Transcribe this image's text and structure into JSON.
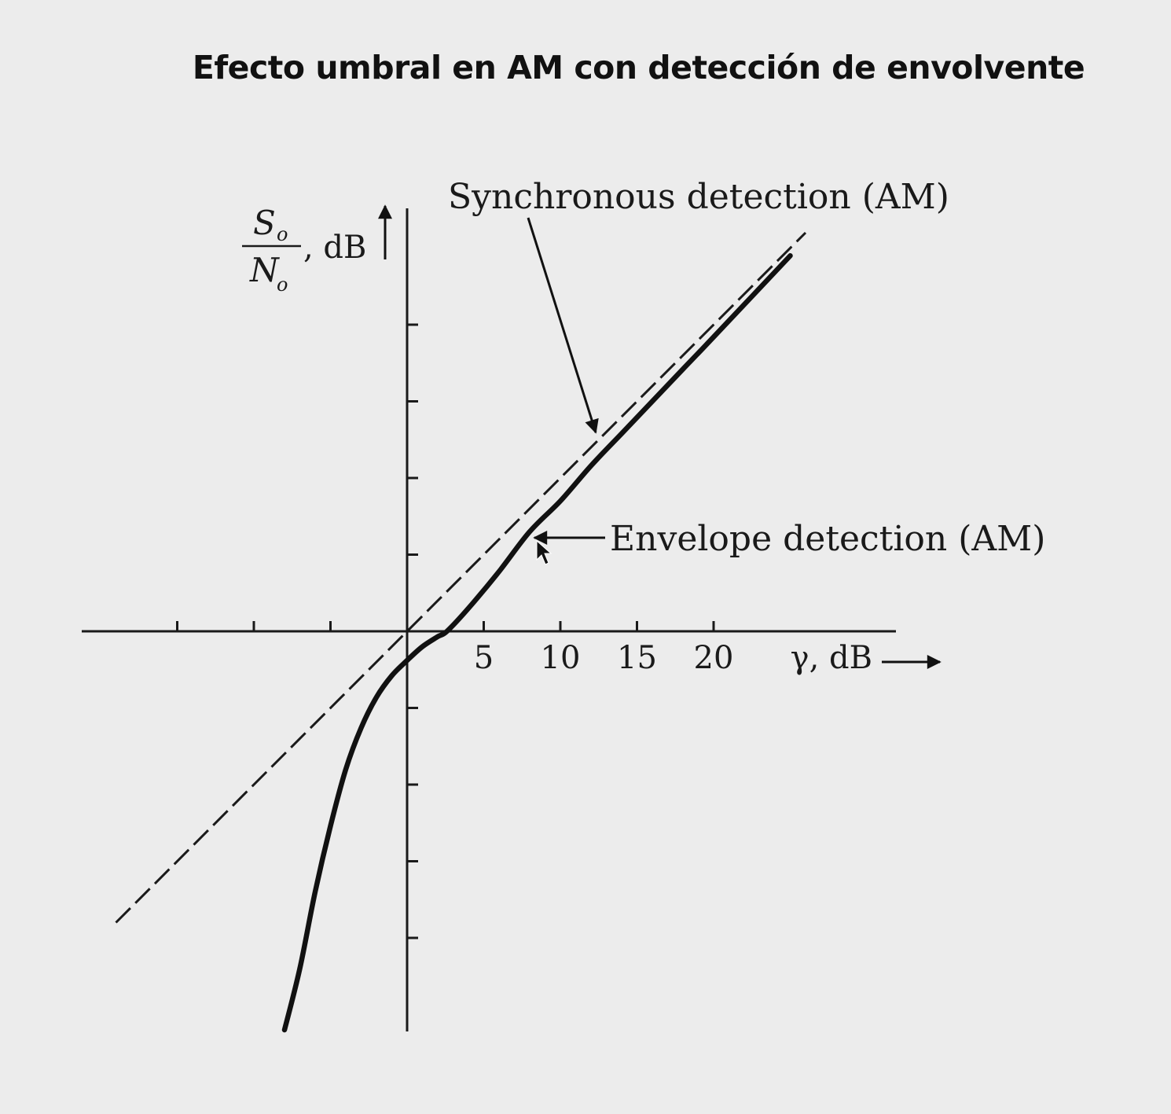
{
  "title": "Efecto umbral en AM con detección de envolvente",
  "chart_data": {
    "type": "line",
    "xlabel": "γ, dB",
    "ylabel": {
      "numerator": "S",
      "numerator_sub": "o",
      "denominator": "N",
      "denominator_sub": "o",
      "unit": ", dB"
    },
    "x_ticks": [
      5,
      10,
      15,
      20
    ],
    "xlim": [
      -21,
      31
    ],
    "ylim": [
      -26,
      28
    ],
    "grid": false,
    "series": [
      {
        "name": "Synchronous detection (AM)",
        "style": "dashed",
        "x": [
          -19,
          26
        ],
        "y": [
          -19,
          26
        ]
      },
      {
        "name": "Envelope detection (AM)",
        "style": "solid",
        "x": [
          -8,
          -7,
          -6,
          -5,
          -4,
          -3,
          -2,
          -1,
          0,
          1,
          2,
          2.6,
          4,
          6,
          8,
          10,
          12,
          14,
          16,
          18,
          20,
          25
        ],
        "y": [
          -26,
          -22,
          -17,
          -12.7,
          -9,
          -6.3,
          -4.3,
          -2.9,
          -1.9,
          -1.0,
          -0.35,
          0,
          1.5,
          3.9,
          6.5,
          8.5,
          10.8,
          12.9,
          15,
          17.1,
          19.2,
          24.5
        ]
      }
    ]
  }
}
